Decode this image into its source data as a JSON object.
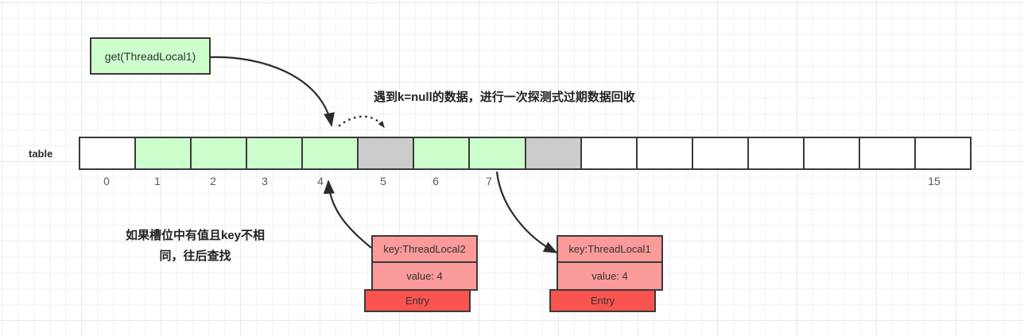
{
  "diagram": {
    "title_note_top": "遇到k=null的数据，进行一次探测式过期数据回收",
    "note_left_line1": "如果槽位中有值且key不相",
    "note_left_line2": "同，往后查找",
    "call_box": {
      "label": "get(ThreadLocal1)",
      "fill": "#ccffcc",
      "stroke": "#3a3a3a"
    },
    "table": {
      "label": "table",
      "size": 16,
      "cells": [
        {
          "index": 0,
          "state": "empty"
        },
        {
          "index": 1,
          "state": "green"
        },
        {
          "index": 2,
          "state": "green"
        },
        {
          "index": 3,
          "state": "green"
        },
        {
          "index": 4,
          "state": "green"
        },
        {
          "index": 5,
          "state": "gray"
        },
        {
          "index": 6,
          "state": "green"
        },
        {
          "index": 7,
          "state": "green"
        },
        {
          "index": 8,
          "state": "gray"
        },
        {
          "index": 9,
          "state": "empty"
        },
        {
          "index": 10,
          "state": "empty"
        },
        {
          "index": 11,
          "state": "empty"
        },
        {
          "index": 12,
          "state": "empty"
        },
        {
          "index": 13,
          "state": "empty"
        },
        {
          "index": 14,
          "state": "empty"
        },
        {
          "index": 15,
          "state": "empty"
        }
      ],
      "visible_index_labels": [
        "0",
        "1",
        "2",
        "3",
        "4",
        "5",
        "6",
        "7",
        "15"
      ],
      "colors": {
        "green": "#ccffcc",
        "gray": "#cccccc",
        "empty": "#ffffff",
        "stroke": "#3a3a3a"
      }
    },
    "entries": [
      {
        "slot": 4,
        "key_label": "key:ThreadLocal2",
        "value_label": "value: 4",
        "tag_label": "Entry",
        "header_fill": "#fa9a9a",
        "tag_fill": "#f9544f"
      },
      {
        "slot": 7,
        "key_label": "key:ThreadLocal1",
        "value_label": "value: 4",
        "tag_label": "Entry",
        "header_fill": "#fa9a9a",
        "tag_fill": "#f9544f"
      }
    ],
    "arrows": [
      {
        "name": "get-to-slot4",
        "from": "get(ThreadLocal1)",
        "to": "slot 4",
        "style": "solid"
      },
      {
        "name": "slot4-to-slot5-probe",
        "from": "slot 4",
        "to": "slot 5",
        "style": "dotted"
      },
      {
        "name": "entry2-to-slot4",
        "from": "key:ThreadLocal2 entry",
        "to": "slot 4",
        "style": "solid"
      },
      {
        "name": "slot7-to-entry1",
        "from": "slot 7",
        "to": "key:ThreadLocal1 entry",
        "style": "solid"
      }
    ]
  }
}
